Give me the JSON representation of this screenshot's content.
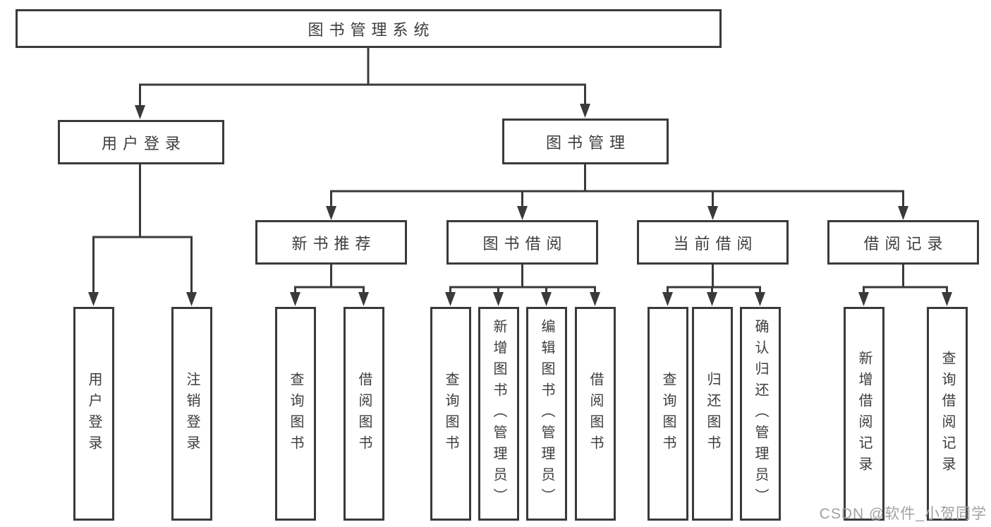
{
  "colors": {
    "line": "#3a3a3a",
    "text": "#3d3d3d",
    "background": "#ffffff",
    "watermark": "#a2a2a2"
  },
  "tree": {
    "root": "图书管理系统",
    "level2": [
      {
        "label": "用户登录",
        "children": [
          "用户登录",
          "注销登录"
        ]
      },
      {
        "label": "图书管理",
        "children": [
          {
            "label": "新书推荐",
            "children": [
              "查询图书",
              "借阅图书"
            ]
          },
          {
            "label": "图书借阅",
            "children": [
              "查询图书",
              "新增图书（管理员）",
              "编辑图书（管理员）",
              "借阅图书"
            ]
          },
          {
            "label": "当前借阅",
            "children": [
              "查询图书",
              "归还图书",
              "确认归还（管理员）"
            ]
          },
          {
            "label": "借阅记录",
            "children": [
              "新增借阅记录",
              "查询借阅记录"
            ]
          }
        ]
      }
    ]
  },
  "watermark": "CSDN @软件_小贺同学"
}
